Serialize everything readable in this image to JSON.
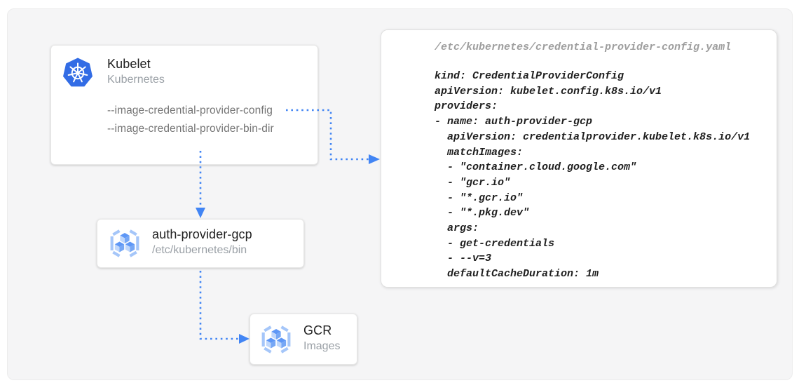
{
  "colors": {
    "accent_blue": "#4285f4",
    "kubernetes_blue": "#326ce5",
    "board_background": "#f5f5f6",
    "card_background": "#ffffff"
  },
  "nodes": {
    "kubelet": {
      "icon": "kubernetes-icon",
      "title": "Kubelet",
      "subtitle": "Kubernetes",
      "flags": [
        "--image-credential-provider-config",
        "--image-credential-provider-bin-dir"
      ]
    },
    "auth_provider": {
      "icon": "gcr-icon",
      "title": "auth-provider-gcp",
      "subtitle": "/etc/kubernetes/bin"
    },
    "gcr": {
      "icon": "gcr-icon",
      "title": "GCR",
      "subtitle": "Images"
    }
  },
  "config_panel": {
    "filename": "/etc/kubernetes/credential-provider-config.yaml",
    "yaml_lines": [
      "kind: CredentialProviderConfig",
      "apiVersion: kubelet.config.k8s.io/v1",
      "providers:",
      "- name: auth-provider-gcp",
      "  apiVersion: credentialprovider.kubelet.k8s.io/v1",
      "  matchImages:",
      "  - \"container.cloud.google.com\"",
      "  - \"gcr.io\"",
      "  - \"*.gcr.io\"",
      "  - \"*.pkg.dev\"",
      "  args:",
      "  - get-credentials",
      "  - --v=3",
      "  defaultCacheDuration: 1m"
    ]
  }
}
